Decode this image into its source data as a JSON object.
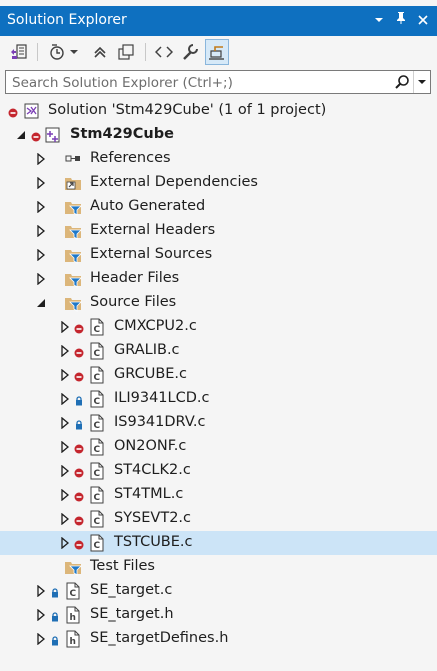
{
  "panel": {
    "title": "Solution Explorer",
    "title_buttons": [
      "▾",
      "📌",
      "✕"
    ]
  },
  "toolbar": {
    "items": [
      {
        "name": "switch-views-icon"
      },
      {
        "name": "history-icon"
      },
      {
        "name": "dropdown-icon"
      },
      {
        "name": "collapse-all-icon"
      },
      {
        "name": "show-all-files-icon"
      },
      {
        "name": "code-view-icon"
      },
      {
        "name": "properties-wrench-icon"
      },
      {
        "name": "preview-selected-icon"
      }
    ]
  },
  "search": {
    "placeholder": "Search Solution Explorer (Ctrl+;)",
    "value": ""
  },
  "tree": {
    "rows": [
      {
        "label": "Solution 'Stm429Cube' (1 of 1 project)",
        "level": 0,
        "expander": "none",
        "status": "minus",
        "icon": "solution",
        "bold": false
      },
      {
        "label": "Stm429Cube",
        "level": 0,
        "expander": "expanded",
        "status": "minus",
        "icon": "project",
        "bold": true
      },
      {
        "label": "References",
        "level": 1,
        "expander": "collapsed",
        "status": "none",
        "icon": "references",
        "bold": false
      },
      {
        "label": "External Dependencies",
        "level": 1,
        "expander": "collapsed",
        "status": "none",
        "icon": "external-deps",
        "bold": false
      },
      {
        "label": "Auto Generated",
        "level": 1,
        "expander": "collapsed",
        "status": "none",
        "icon": "filter",
        "bold": false
      },
      {
        "label": "External Headers",
        "level": 1,
        "expander": "collapsed",
        "status": "none",
        "icon": "filter",
        "bold": false
      },
      {
        "label": "External Sources",
        "level": 1,
        "expander": "collapsed",
        "status": "none",
        "icon": "filter",
        "bold": false
      },
      {
        "label": "Header Files",
        "level": 1,
        "expander": "collapsed",
        "status": "none",
        "icon": "filter",
        "bold": false
      },
      {
        "label": "Source Files",
        "level": 1,
        "expander": "expanded",
        "status": "none",
        "icon": "filter",
        "bold": false
      },
      {
        "label": "CMXCPU2.c",
        "level": 2,
        "expander": "collapsed",
        "status": "minus",
        "icon": "cfile",
        "bold": false
      },
      {
        "label": "GRALIB.c",
        "level": 2,
        "expander": "collapsed",
        "status": "minus",
        "icon": "cfile",
        "bold": false
      },
      {
        "label": "GRCUBE.c",
        "level": 2,
        "expander": "collapsed",
        "status": "minus",
        "icon": "cfile",
        "bold": false
      },
      {
        "label": "ILI9341LCD.c",
        "level": 2,
        "expander": "collapsed",
        "status": "lock",
        "icon": "cfile",
        "bold": false
      },
      {
        "label": "IS9341DRV.c",
        "level": 2,
        "expander": "collapsed",
        "status": "lock",
        "icon": "cfile",
        "bold": false
      },
      {
        "label": "ON2ONF.c",
        "level": 2,
        "expander": "collapsed",
        "status": "minus",
        "icon": "cfile",
        "bold": false
      },
      {
        "label": "ST4CLK2.c",
        "level": 2,
        "expander": "collapsed",
        "status": "minus",
        "icon": "cfile",
        "bold": false
      },
      {
        "label": "ST4TML.c",
        "level": 2,
        "expander": "collapsed",
        "status": "minus",
        "icon": "cfile",
        "bold": false
      },
      {
        "label": "SYSEVT2.c",
        "level": 2,
        "expander": "collapsed",
        "status": "minus",
        "icon": "cfile",
        "bold": false
      },
      {
        "label": "TSTCUBE.c",
        "level": 2,
        "expander": "collapsed",
        "status": "minus",
        "icon": "cfile",
        "bold": false,
        "selected": true
      },
      {
        "label": "Test Files",
        "level": 1,
        "expander": "none",
        "status": "none",
        "icon": "filter",
        "bold": false
      },
      {
        "label": "SE_target.c",
        "level": 1,
        "expander": "collapsed",
        "status": "lock",
        "icon": "cfile",
        "bold": false
      },
      {
        "label": "SE_target.h",
        "level": 1,
        "expander": "collapsed",
        "status": "lock",
        "icon": "hfile",
        "bold": false
      },
      {
        "label": "SE_targetDefines.h",
        "level": 1,
        "expander": "collapsed",
        "status": "lock",
        "icon": "hfile",
        "bold": false
      }
    ]
  },
  "colors": {
    "title_bg": "#0e70c0",
    "selection": "#cce4f7",
    "status_red": "#c4262e",
    "lock_blue": "#1f6fb5",
    "folder_yellow": "#dcb67a",
    "filter_blue": "#1f78c8"
  }
}
